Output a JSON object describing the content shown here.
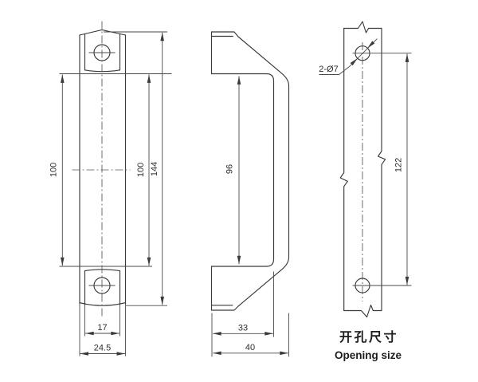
{
  "drawing": {
    "background": "#ffffff",
    "line_color": "#3a3a3a",
    "front_view": {
      "dims": {
        "left_span": "100",
        "right_span": "100",
        "overall_height": "144",
        "tab_width": "17",
        "body_width": "24.5"
      }
    },
    "side_view": {
      "dims": {
        "grip_opening": "96",
        "inner_depth": "33",
        "overall_depth": "40"
      }
    },
    "opening_view": {
      "dims": {
        "hole_callout": "2-Ø7",
        "hole_spacing": "122"
      },
      "caption_zh": "开孔尺寸",
      "caption_en": "Opening size"
    }
  }
}
